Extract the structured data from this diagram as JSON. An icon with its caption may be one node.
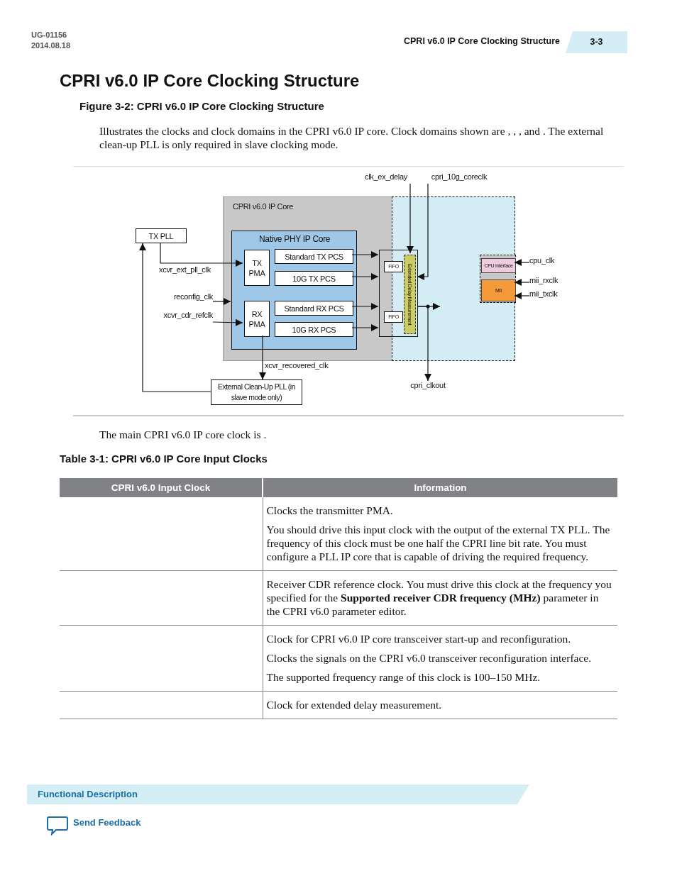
{
  "diagram": {
    "title": "CPRI v6.0 IP Core Clocking Structure",
    "caption": "Figure 3-2: CPRI v6.0 IP Core Clocking Structure",
    "nodes": [
      {
        "text": [
          "CPRI v6.0 IP Core"
        ]
      },
      {
        "text": [
          "Native PHY IP Core"
        ],
        "in": 0
      },
      {
        "text": [
          "TX PMA"
        ],
        "in": 1
      },
      {
        "text": [
          "Standard TX PCS"
        ],
        "in": 1
      },
      {
        "text": [
          "10G TX PCS"
        ],
        "in": 1
      },
      {
        "text": [
          "RX PMA"
        ],
        "in": 1
      },
      {
        "text": [
          "Standard RX PCS"
        ],
        "in": 1
      },
      {
        "text": [
          "10G RX PCS"
        ],
        "in": 1
      },
      {
        "text": [],
        "shape": "box",
        "in": 0
      },
      {
        "text": [
          "FIFO"
        ],
        "in": 8
      },
      {
        "text": [
          "FIFO"
        ],
        "in": 8
      },
      {
        "text": [
          "Extended Delay Measurement"
        ],
        "in": 8
      },
      {
        "text": [],
        "shape": "box",
        "in": 0
      },
      {
        "text": [
          "CPU Interface"
        ],
        "in": 12
      },
      {
        "text": [
          "MII"
        ],
        "in": 12
      },
      {
        "text": [
          "TX PLL"
        ]
      },
      {
        "text": [
          "External Clean-Up PLL (in slave mode only)"
        ]
      },
      {
        "text": [
          "reconfig_clk"
        ]
      },
      {
        "text": [
          "xcvr_cdr_refclk"
        ]
      },
      {
        "text": [
          "clk_ex_delay"
        ]
      },
      {
        "text": [
          "cpri_10g_coreclk"
        ]
      },
      {
        "text": [
          "cpu_clk"
        ]
      },
      {
        "text": [
          "mii_rxclk"
        ]
      },
      {
        "text": [
          "mii_txclk"
        ]
      },
      {
        "text": [
          "cpri_clkout"
        ]
      }
    ],
    "edges": [
      {
        "from": 15,
        "to": 2,
        "arrow": "to",
        "label": "xcvr_ext_pll_clk"
      },
      {
        "from": 17,
        "to": 1,
        "arrow": "to"
      },
      {
        "from": 18,
        "to": 5,
        "arrow": "to"
      },
      {
        "from": 5,
        "to": 16,
        "arrow": "to",
        "label": "xcvr_recovered_clk"
      },
      {
        "from": 16,
        "to": 15,
        "arrow": "to"
      },
      {
        "from": 3,
        "to": 8,
        "arrow": "to"
      },
      {
        "from": 4,
        "to": 8,
        "arrow": "to"
      },
      {
        "from": 6,
        "to": 8,
        "arrow": "to"
      },
      {
        "from": 7,
        "to": 8,
        "arrow": "to"
      },
      {
        "from": 19,
        "to": 11,
        "arrow": "to"
      },
      {
        "from": 20,
        "to": 8,
        "arrow": "to"
      },
      {
        "from": 8,
        "to": null,
        "arrow": "to"
      },
      {
        "from": 8,
        "to": 24,
        "arrow": "to"
      },
      {
        "from": 21,
        "to": 13,
        "arrow": "to"
      },
      {
        "from": 22,
        "to": 14,
        "arrow": "to"
      },
      {
        "from": 23,
        "to": 14,
        "arrow": "to"
      }
    ],
    "labels": [
      "UG-01156",
      "2014.08.18",
      "CPRI v6.0 IP Core Clocking Structure",
      "3-3",
      "Illustrates the clocks and clock domains in the CPRI v6.0 IP core. Clock domains shown are , , , and . The external clean-up PLL is only required in slave clocking mode.",
      "The main CPRI v6.0 IP core clock is .",
      "Table 3-1: CPRI v6.0 IP Core Input Clocks",
      "CPRI v6.0 Input Clock",
      "Information",
      "Clocks the transmitter PMA.",
      "You should drive this input clock with the output of the external TX PLL. The frequency of this clock must be one half the CPRI line bit rate. You must configure a PLL IP core that is capable of driving the required frequency.",
      "Receiver CDR reference clock. You must drive this clock at the frequency you specified for the **Supported receiver CDR frequency (MHz)** parameter in the CPRI v6.0 parameter editor.",
      "Clock for CPRI v6.0 IP core transceiver start-up and reconfiguration.",
      "Clocks the signals on the CPRI v6.0 transceiver reconfiguration interface.",
      "The supported frequency range of this clock is 100–150 MHz.",
      "Clock for extended delay measurement.",
      "Functional Description",
      "Send Feedback"
    ]
  }
}
